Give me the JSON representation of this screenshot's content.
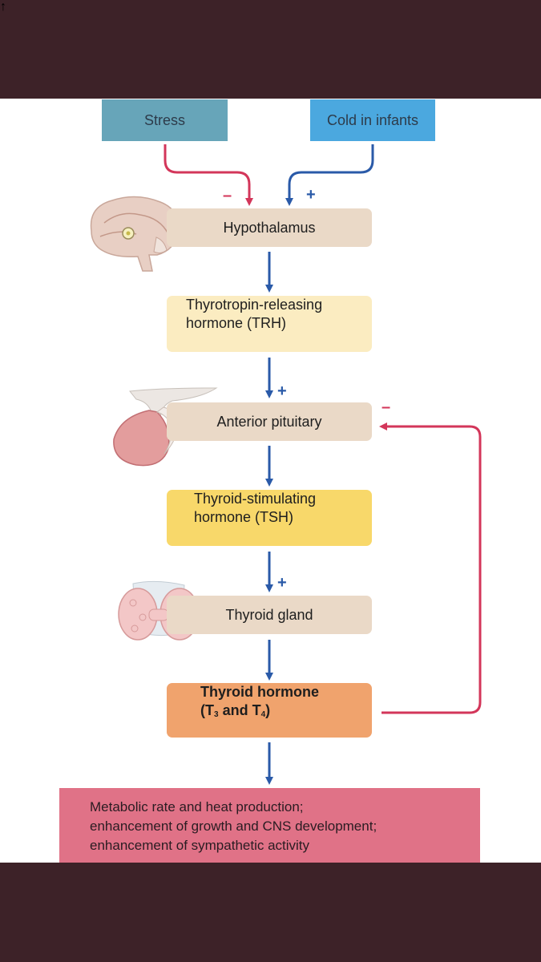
{
  "inputs": {
    "stress": "Stress",
    "cold": "Cold in infants"
  },
  "nodes": {
    "hypothalamus": "Hypothalamus",
    "trh_line1": "Thyrotropin-releasing",
    "trh_line2": "hormone (TRH)",
    "anterior_pituitary": "Anterior pituitary",
    "tsh_line1": "Thyroid-stimulating",
    "tsh_line2": "hormone (TSH)",
    "thyroid_gland": "Thyroid gland",
    "th_line1": "Thyroid hormone",
    "th_line2_prefix": "(T",
    "th_sub3": "3",
    "th_line2_mid": " and T",
    "th_sub4": "4",
    "th_line2_suffix": ")"
  },
  "signs": {
    "plus": "+",
    "minus": "–"
  },
  "effects": {
    "arrow": "↑",
    "line1": "Metabolic rate and heat production;",
    "line2": "enhancement of growth and CNS development;",
    "line3": "enhancement of sympathetic activity"
  },
  "colors": {
    "stress_box": "#67a5b9",
    "cold_box": "#4ba8df",
    "tissue_box": "#ead9c7",
    "trh_box": "#fbecc1",
    "tsh_box": "#f8d86a",
    "th_box": "#f0a36d",
    "effects_box": "#e07287",
    "stimulatory": "#2a5aa8",
    "inhibitory": "#d3365a"
  },
  "icons": [
    "brain-icon",
    "pituitary-icon",
    "thyroid-icon"
  ]
}
